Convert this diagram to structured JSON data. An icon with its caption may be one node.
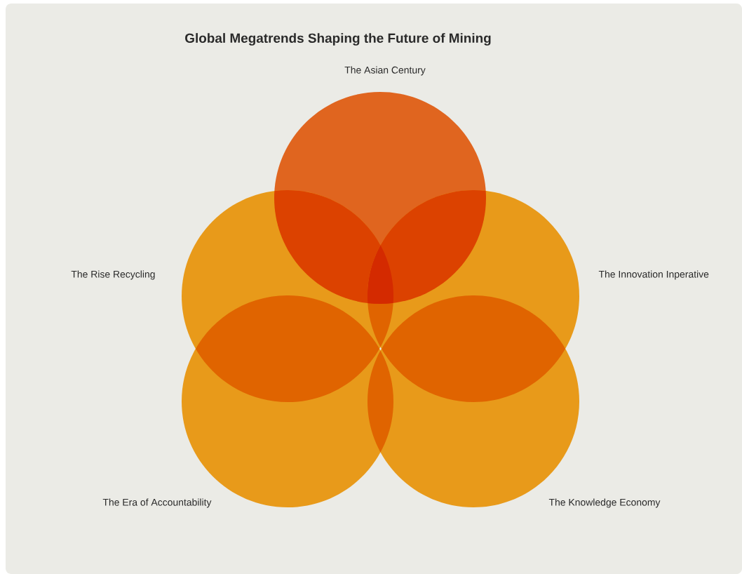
{
  "diagram": {
    "title": "Global Megatrends Shaping the Future of Mining",
    "nodes": [
      {
        "text": [
          "The Asian Century"
        ]
      },
      {
        "text": [
          "The Rise Recycling"
        ]
      },
      {
        "text": [
          "The Innovation Inperative"
        ]
      },
      {
        "text": [
          "The Era of Accountability"
        ]
      },
      {
        "text": [
          "The Knowledge Economy"
        ]
      }
    ]
  }
}
